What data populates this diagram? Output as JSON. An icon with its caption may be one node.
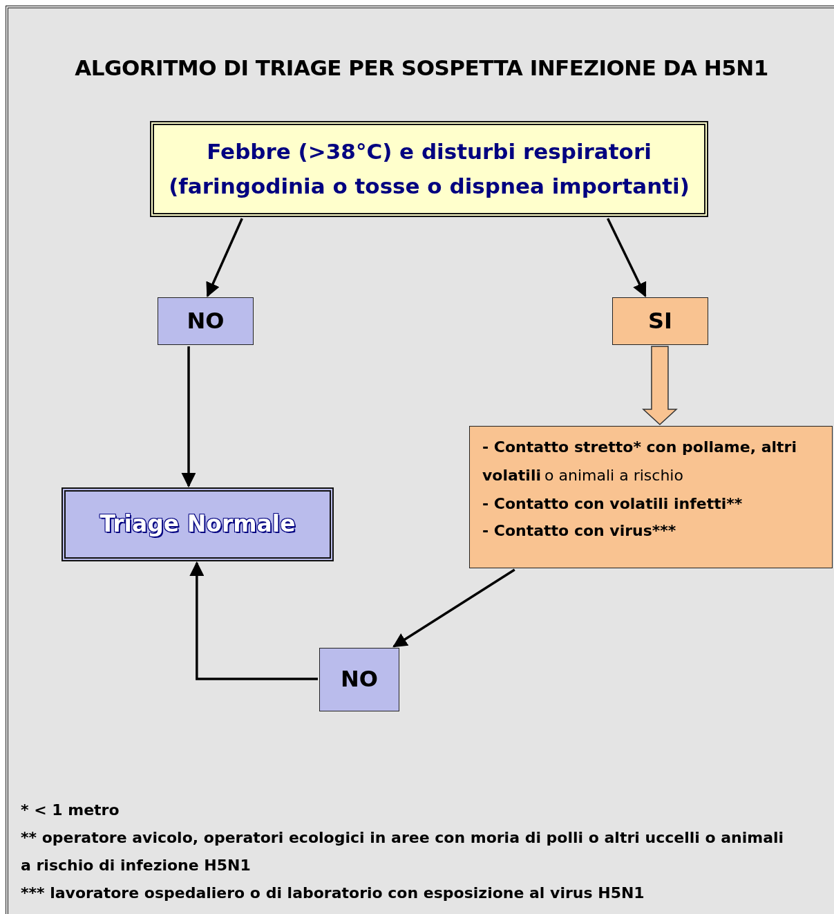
{
  "diagram": {
    "title": "ALGORITMO DI TRIAGE PER SOSPETTA INFEZIONE DA H5N1",
    "nodes": [
      {
        "text": [
          "Febbre (>38°C) e disturbi respiratori (faringodinia o tosse o dispnea importanti)"
        ]
      },
      {
        "text": [
          "NO"
        ]
      },
      {
        "text": [
          "SI"
        ]
      },
      {
        "text": [
          "- Contatto stretto* con pollame, altri volatili",
          "o animali a rischio",
          "- Contatto con volatili infetti**",
          "- Contatto con virus***"
        ]
      },
      {
        "text": [
          "Triage Normale"
        ]
      },
      {
        "text": [
          "NO"
        ]
      }
    ],
    "edges": [
      {
        "from": 0,
        "to": 1,
        "arrow": "to"
      },
      {
        "from": 0,
        "to": 2,
        "arrow": "to"
      },
      {
        "from": 1,
        "to": 4,
        "arrow": "to"
      },
      {
        "from": 2,
        "to": 3,
        "arrow": "to",
        "style": "thick",
        "color": "#f9c391"
      },
      {
        "from": 3,
        "to": 5,
        "arrow": "to"
      },
      {
        "from": 5,
        "to": 4,
        "arrow": "to"
      }
    ],
    "labels": [
      "* < 1 metro",
      "** operatore avicolo, operatori ecologici in aree con moria di polli o altri uccelli o animali a rischio di infezione H5N1",
      "*** lavoratore ospedaliero o di laboratorio con esposizione al virus H5N1"
    ]
  }
}
